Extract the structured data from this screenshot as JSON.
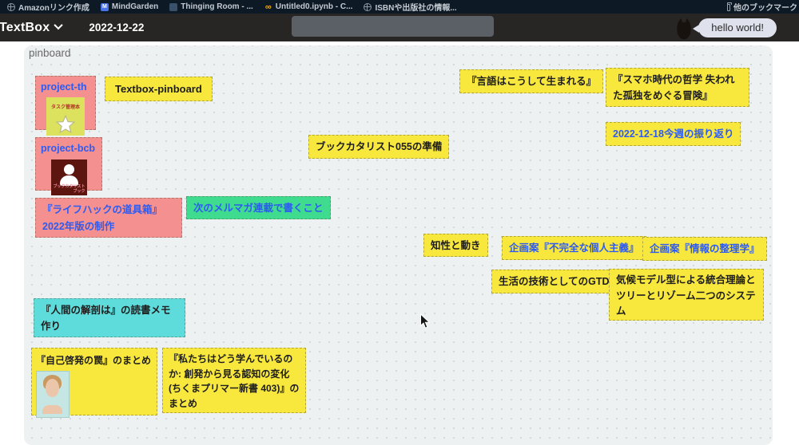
{
  "browser": {
    "bookmarks": [
      {
        "icon": "globe-icon",
        "label": "Amazonリンク作成"
      },
      {
        "icon": "m-favicon",
        "label": "MindGarden"
      },
      {
        "icon": "site-favicon",
        "label": "Thinging Room - ..."
      },
      {
        "icon": "colab-icon",
        "label": "Untitled0.ipynb - C..."
      },
      {
        "icon": "globe-icon",
        "label": "ISBNや出版社の情報..."
      }
    ],
    "other_bookmarks_label": "他のブックマーク"
  },
  "header": {
    "app_title": "TextBox",
    "date": "2022-12-22",
    "search_value": "",
    "greeting": "hello world!"
  },
  "pinboard": {
    "label": "pinboard"
  },
  "notes": [
    {
      "id": "project-th",
      "color": "pink",
      "text": "project-th",
      "cover_caption": "タスク管理本"
    },
    {
      "id": "textbox-pinboard",
      "color": "yellow",
      "text": "Textbox-pinboard"
    },
    {
      "id": "project-bcb",
      "color": "pink",
      "text": "project-bcb",
      "cover_caption": "ブックカタリストブック"
    },
    {
      "id": "lifehack",
      "color": "pink",
      "text": "『ライフハックの道具箱』2022年版の制作"
    },
    {
      "id": "merumaga",
      "color": "green",
      "text": "次のメルマガ連載で書くこと"
    },
    {
      "id": "bookcatalyst-055",
      "color": "yellow",
      "text": "ブックカタリスト055の準備"
    },
    {
      "id": "gengo",
      "color": "yellow",
      "text": "『言語はこうして生まれる』"
    },
    {
      "id": "sumaho",
      "color": "yellow",
      "text": "『スマホ時代の哲学 失われた孤独をめぐる冒険』"
    },
    {
      "id": "furikaeri",
      "color": "yellow",
      "text": "2022-12-18今週の振り返り"
    },
    {
      "id": "chisei",
      "color": "yellow",
      "text": "知性と動き"
    },
    {
      "id": "fukanzen",
      "color": "yellow",
      "text": "企画案『不完全な個人主義』"
    },
    {
      "id": "jouhou",
      "color": "yellow",
      "text": "企画案『情報の整理学』"
    },
    {
      "id": "gtd",
      "color": "yellow",
      "text": "生活の技術としてのGTD"
    },
    {
      "id": "kikou",
      "color": "yellow",
      "text": "気候モデル型による統合理論とツリーとリゾーム二つのシステム"
    },
    {
      "id": "kaibou",
      "color": "cyan",
      "text": "『人間の解剖は』の読書メモ作り"
    },
    {
      "id": "jikokeihatsu",
      "color": "yellow",
      "text": "『自己啓発の罠』のまとめ"
    },
    {
      "id": "manabi",
      "color": "yellow",
      "text": "『私たちはどう学んでいるのか: 創発から見る認知の変化 (ちくまプリマー新書 403)』のまとめ"
    }
  ],
  "colors": {
    "note_yellow": "#f8e73c",
    "note_pink": "#f4908f",
    "note_green": "#3fdc8f",
    "note_cyan": "#5edcdc",
    "link_blue": "#2e5bf0",
    "text_black": "#1d1d1d",
    "canvas_bg": "#eef1f2",
    "header_bg": "#282525",
    "bookmarks_bg": "#0d1a26"
  }
}
